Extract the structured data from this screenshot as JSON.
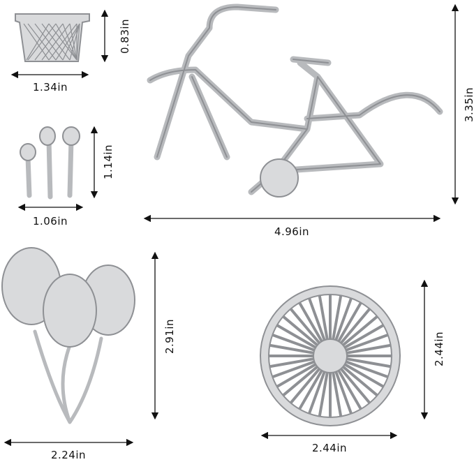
{
  "items": [
    {
      "name": "basket",
      "width": "1.34in",
      "height": "0.83in"
    },
    {
      "name": "flowers",
      "width": "1.06in",
      "height": "1.14in"
    },
    {
      "name": "bicycle",
      "width": "4.96in",
      "height": "3.35in"
    },
    {
      "name": "balloons",
      "width": "2.24in",
      "height": "2.91in"
    },
    {
      "name": "wheel",
      "width": "2.44in",
      "height": "2.44in"
    }
  ],
  "colors": {
    "die": "#d9dadc",
    "outline": "#8e9094",
    "dimension": "#111111"
  }
}
